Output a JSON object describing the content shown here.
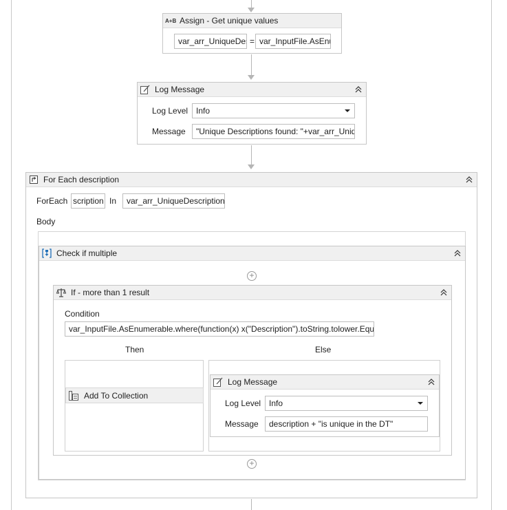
{
  "assign": {
    "icon": "assign-icon",
    "icon_text": "A+B",
    "title": "Assign - Get unique values",
    "to_value": "var_arr_UniqueDes",
    "equals": "=",
    "value_value": "var_InputFile.AsEnu"
  },
  "log1": {
    "icon": "log-message-icon",
    "title": "Log Message",
    "level_label": "Log Level",
    "level_value": "Info",
    "message_label": "Message",
    "message_value": "\"Unique Descriptions found: \"+var_arr_Uniq"
  },
  "foreach": {
    "icon": "for-each-icon",
    "title": "For Each description",
    "foreach_label": "ForEach",
    "item_value": "scription",
    "in_label": "In",
    "collection_value": "var_arr_UniqueDescription",
    "body_label": "Body"
  },
  "sequence": {
    "icon": "sequence-icon",
    "title": "Check if multiple",
    "add_icon": "plus-circle-icon"
  },
  "if_activity": {
    "icon": "if-scales-icon",
    "title": "If - more than 1 result",
    "condition_label": "Condition",
    "condition_value": "var_InputFile.AsEnumerable.where(function(x) x(\"Description\").toString.tolower.Equ",
    "then_label": "Then",
    "else_label": "Else"
  },
  "add_to_collection": {
    "icon": "add-to-collection-icon",
    "title": "Add To Collection"
  },
  "log2": {
    "icon": "log-message-icon",
    "title": "Log Message",
    "level_label": "Log Level",
    "level_value": "Info",
    "message_label": "Message",
    "message_value": "description + \"is unique in the DT\""
  },
  "glyphs": {
    "collapse": "⌃⌃",
    "plus": "+"
  },
  "colors": {
    "header_bg": "#f0f0f0",
    "border": "#c6c6c6",
    "connector": "#b5b5b5",
    "icon_blue": "#1f6fb8"
  }
}
